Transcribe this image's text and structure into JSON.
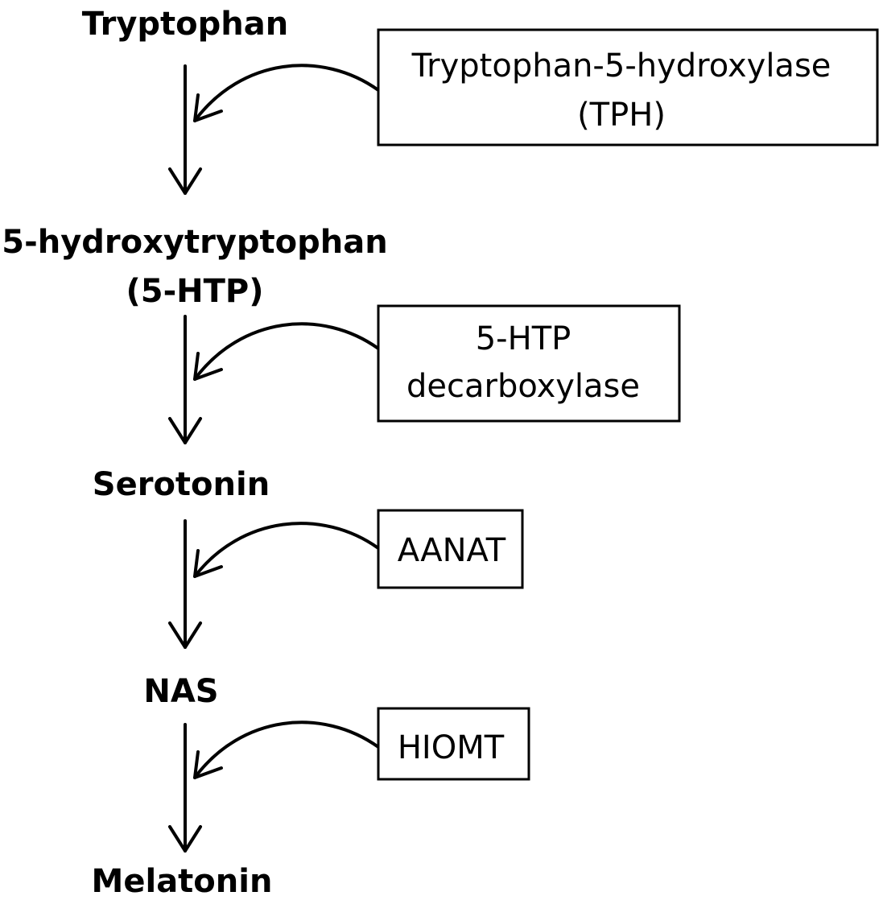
{
  "compounds": {
    "tryptophan": "Tryptophan",
    "htp_line1": "5-hydroxytryptophan",
    "htp_line2": "(5-HTP)",
    "serotonin": "Serotonin",
    "nas": "NAS",
    "melatonin": "Melatonin"
  },
  "enzymes": {
    "tph_line1": "Tryptophan-5-hydroxylase",
    "tph_line2": "(TPH)",
    "decarb_line1": "5-HTP",
    "decarb_line2": "decarboxylase",
    "aanat": "AANAT",
    "hiomt": "HIOMT"
  }
}
